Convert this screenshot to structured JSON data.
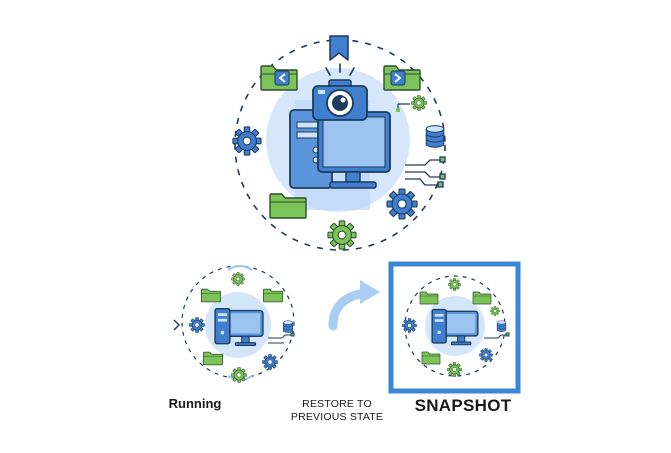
{
  "captions": {
    "running": "Running",
    "restore_line1": "RESTORE TO",
    "restore_line2": "PREVIOUS STATE",
    "snapshot": "SNAPSHOT"
  },
  "icons": {
    "main": [
      "bookmark-icon",
      "folder-back-icon",
      "folder-forward-icon",
      "camera-icon",
      "computer-tower-icon",
      "monitor-icon",
      "database-icon",
      "gear-icon",
      "circuit-connector-icon",
      "folder-icon"
    ],
    "running": [
      "folder-icon",
      "gear-icon",
      "computer-icon",
      "database-icon",
      "chevron-right-icon"
    ],
    "snapshot": [
      "folder-icon",
      "gear-icon",
      "computer-icon",
      "database-icon"
    ]
  },
  "colors": {
    "primary_blue": "#3f7fce",
    "light_blue": "#cfe3fa",
    "accent_green": "#6dbf4b",
    "stroke_dark": "#1d3b5c",
    "frame_blue": "#3c86d6"
  }
}
